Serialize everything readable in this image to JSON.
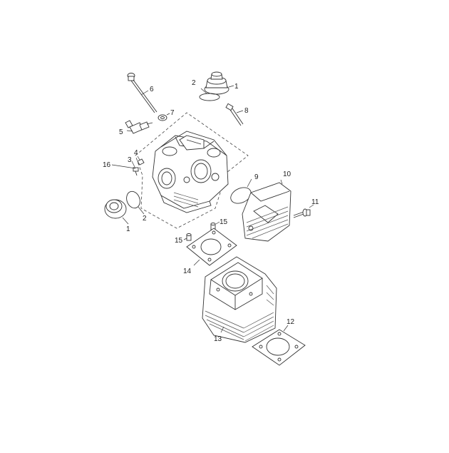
{
  "callouts": [
    {
      "id": "c1a",
      "text": "1"
    },
    {
      "id": "c2a",
      "text": "2"
    },
    {
      "id": "c6",
      "text": "6"
    },
    {
      "id": "c7",
      "text": "7"
    },
    {
      "id": "c8",
      "text": "8"
    },
    {
      "id": "c5",
      "text": "5"
    },
    {
      "id": "c4",
      "text": "4"
    },
    {
      "id": "c3",
      "text": "3"
    },
    {
      "id": "c16",
      "text": "16"
    },
    {
      "id": "c9",
      "text": "9"
    },
    {
      "id": "c10",
      "text": "10"
    },
    {
      "id": "c11",
      "text": "11"
    },
    {
      "id": "c2b",
      "text": "2"
    },
    {
      "id": "c1b",
      "text": "1"
    },
    {
      "id": "c15a",
      "text": "15"
    },
    {
      "id": "c15b",
      "text": "15"
    },
    {
      "id": "c14",
      "text": "14"
    },
    {
      "id": "c13",
      "text": "13"
    },
    {
      "id": "c12",
      "text": "12"
    }
  ]
}
